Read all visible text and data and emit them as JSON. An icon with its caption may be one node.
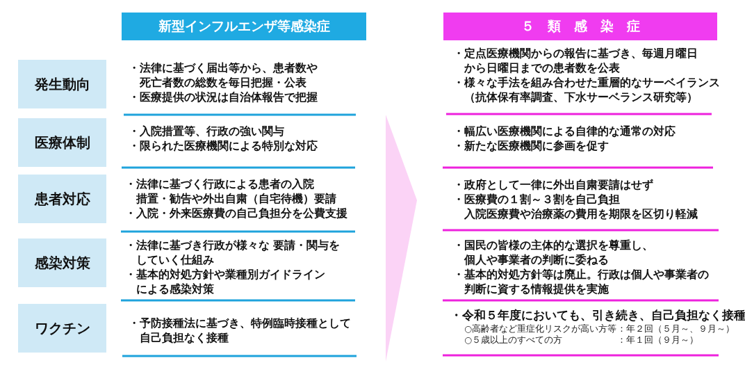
{
  "diagram": {
    "nodes": [
      {
        "text": [
          "新型インフルエンザ等感染症"
        ]
      },
      {
        "text": [
          "５　類　感　染　症"
        ]
      },
      {
        "text": [
          "発生動向"
        ]
      },
      {
        "text": [
          "医療体制"
        ]
      },
      {
        "text": [
          "患者対応"
        ]
      },
      {
        "text": [
          "感染対策"
        ]
      },
      {
        "text": [
          "ワクチン"
        ]
      }
    ],
    "edges": [],
    "labels": [
      "・法律に基づく届出等から、患者数や死亡者数の総数を毎日把握・公表",
      "・医療提供の状況は自治体報告で把握",
      "・定点医療機関からの報告に基づき、毎週月曜日から日曜日までの患者数を公表",
      "・様々な手法を組み合わせた重層的なサーベイランス",
      "（抗体保有率調査、下水サーベランス研究等）",
      "・入院措置等、行政の強い関与",
      "・限られた医療機関による特別な対応",
      "・幅広い医療機関による自律的な通常の対応",
      "・新たな医療機関に参画を促す",
      "・法律に基づく行政による患者の入院措置・勧告や外出自粛（自宅待機）要請",
      "・入院・外来医療費の自己負担分を公費支援",
      "・政府として一律に外出自粛要請はせず",
      "・医療費の１割～３割を自己負担",
      "入院医療費や治療薬の費用を期限を区切り軽減",
      "・法律に基づき行政が様々な 要請・関与をしていく仕組み",
      "・基本的対処方針や業種別ガイドラインによる感染対策",
      "・国民の皆様の主体的な選択を尊重し、個人や事業者の判断に委ねる",
      "・基本的対処方針等は廃止。行政は個人や事業者の判断に資する情報提供を実施",
      "・予防接種法に基づき、特例臨時接種として自己負担なく接種",
      "・令和５年度においても、引き続き、自己負担なく接種",
      "○高齢者など重症化リスクが高い方等",
      "：年２回（５月～、９月～）",
      "○５歳以上のすべての方",
      "：年１回（９月～）"
    ]
  }
}
